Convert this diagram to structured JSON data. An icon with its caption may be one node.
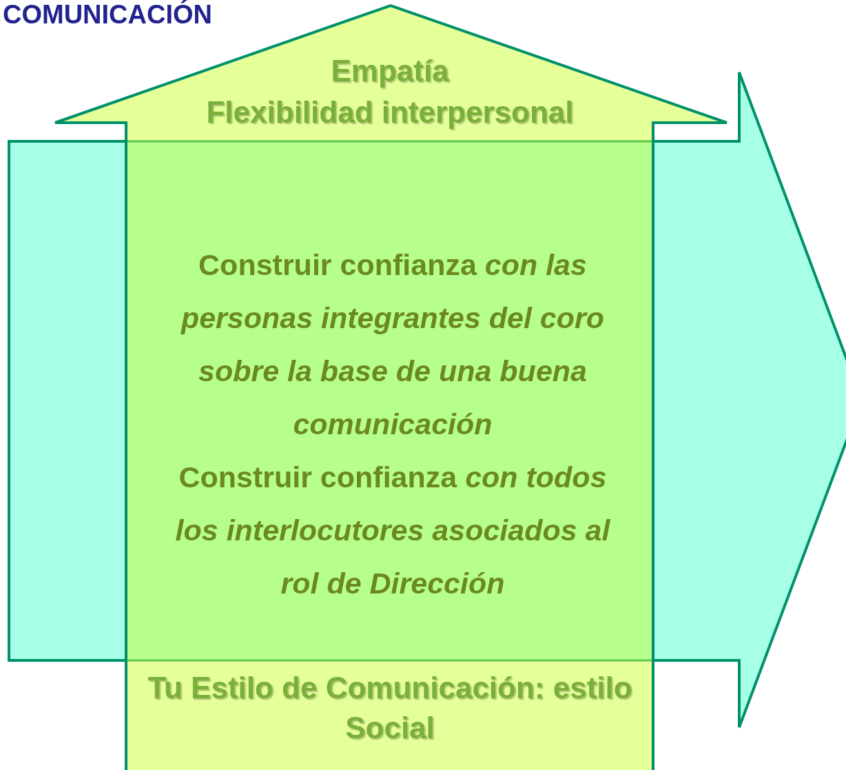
{
  "diagram": {
    "title": "COMUNICACIÓN",
    "nodes": [
      {
        "text": [
          "Empatía",
          "Flexibilidad interpersonal",
          "Tu Estilo de Comunicación: estilo Social"
        ]
      },
      {
        "text": [],
        "shape": "arrow"
      },
      {
        "text": [
          "Construir confianza *con las personas integrantes del coro sobre la base de una buena comunicación*",
          "Construir confianza *con todos los interlocutores asociados al rol de Dirección*"
        ],
        "in": 0
      }
    ]
  }
}
